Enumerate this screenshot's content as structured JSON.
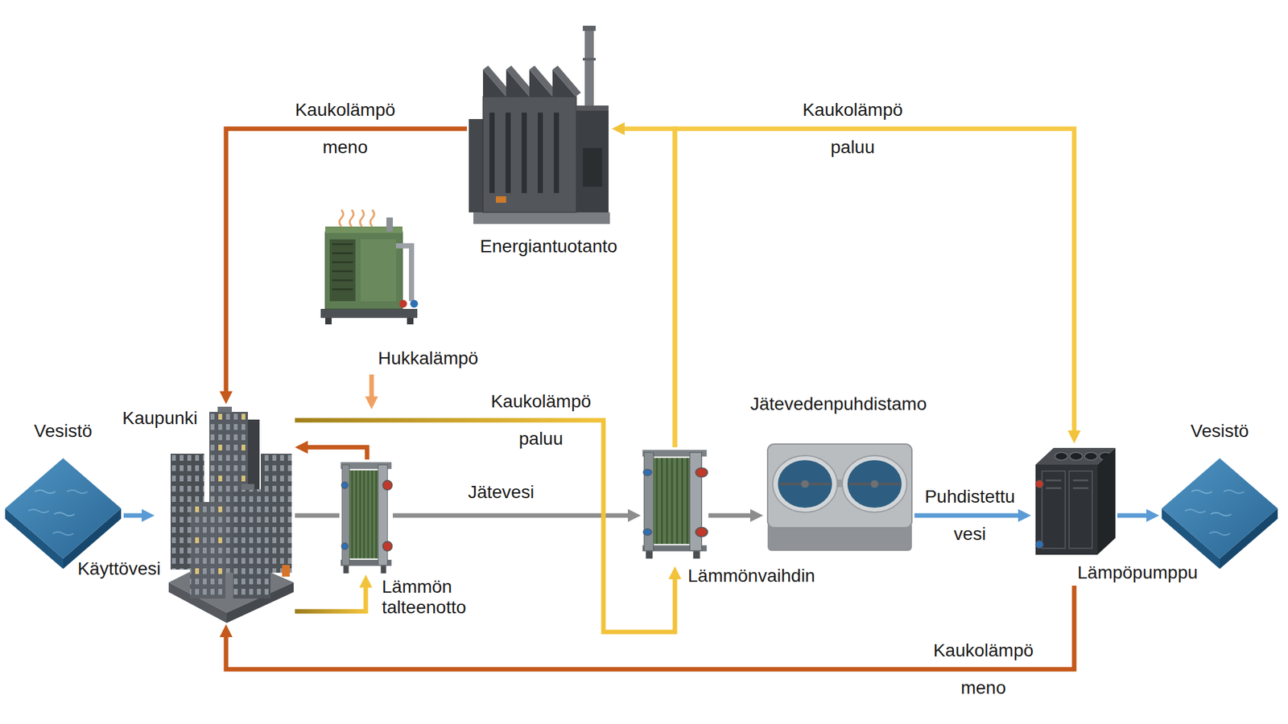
{
  "diagram": {
    "nodes": [
      {
        "text": [
          "Energiantuotanto"
        ]
      },
      {
        "text": [
          "Hukkalämpö"
        ]
      },
      {
        "text": [
          "Vesistö"
        ]
      },
      {
        "text": [
          "Kaupunki"
        ]
      },
      {
        "text": [
          "Lämmön talteenotto"
        ]
      },
      {
        "text": [
          "Lämmönvaihdin"
        ]
      },
      {
        "text": [
          "Jätevedenpuhdistamo"
        ]
      },
      {
        "text": [
          "Lämpöpumppu"
        ]
      },
      {
        "text": [
          "Vesistö"
        ]
      }
    ],
    "edges": [
      {
        "from": 2,
        "to": 3,
        "label": "Käyttövesi",
        "arrow": "to"
      },
      {
        "from": 0,
        "to": 3,
        "label": "Kaukolämpö meno",
        "arrow": "to"
      },
      {
        "from": 3,
        "to": 5,
        "label": "Kaukolämpö paluu",
        "arrow": "to"
      },
      {
        "from": 4,
        "to": 3,
        "arrow": "to"
      },
      {
        "from": 3,
        "to": 4,
        "arrow": "to"
      },
      {
        "from": 3,
        "to": 4,
        "arrow": "none"
      },
      {
        "from": 4,
        "to": 5,
        "label": "Jätevesi",
        "arrow": "to"
      },
      {
        "from": 5,
        "to": 0,
        "arrow": "to"
      },
      {
        "from": 5,
        "to": 7,
        "label": "Kaukolämpö paluu",
        "arrow": "to"
      },
      {
        "from": 5,
        "to": 6,
        "arrow": "to"
      },
      {
        "from": 6,
        "to": 7,
        "label": "Puhdistettu vesi",
        "arrow": "to"
      },
      {
        "from": 7,
        "to": 8,
        "arrow": "to"
      },
      {
        "from": 7,
        "to": 3,
        "label": "Kaukolämpö meno",
        "arrow": "to"
      }
    ]
  }
}
